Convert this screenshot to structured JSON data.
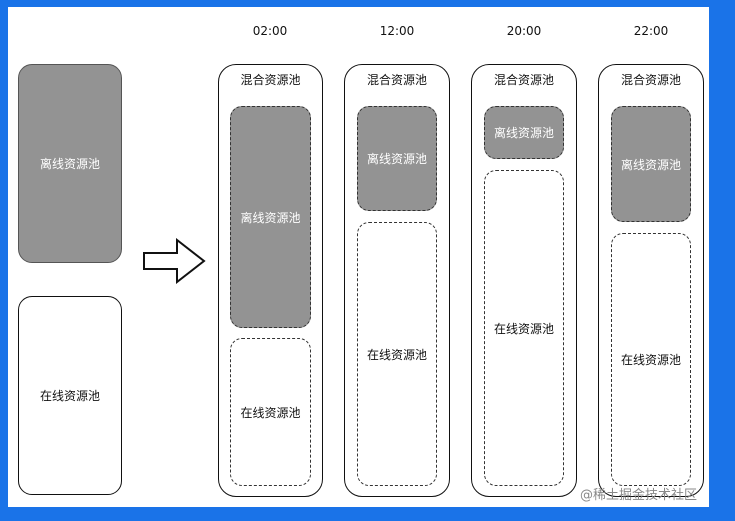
{
  "left": {
    "offline_label": "离线资源池",
    "online_label": "在线资源池"
  },
  "columns": [
    {
      "time": "02:00",
      "title": "混合资源池",
      "offline": "离线资源池",
      "online": "在线资源池"
    },
    {
      "time": "12:00",
      "title": "混合资源池",
      "offline": "离线资源池",
      "online": "在线资源池"
    },
    {
      "time": "20:00",
      "title": "混合资源池",
      "offline": "离线资源池",
      "online": "在线资源池"
    },
    {
      "time": "22:00",
      "title": "混合资源池",
      "offline": "离线资源池",
      "online": "在线资源池"
    }
  ],
  "watermark": "@稀土掘金技术社区",
  "colors": {
    "frame": "#1a73e8",
    "offline_fill": "#939393",
    "background": "#ffffff"
  }
}
